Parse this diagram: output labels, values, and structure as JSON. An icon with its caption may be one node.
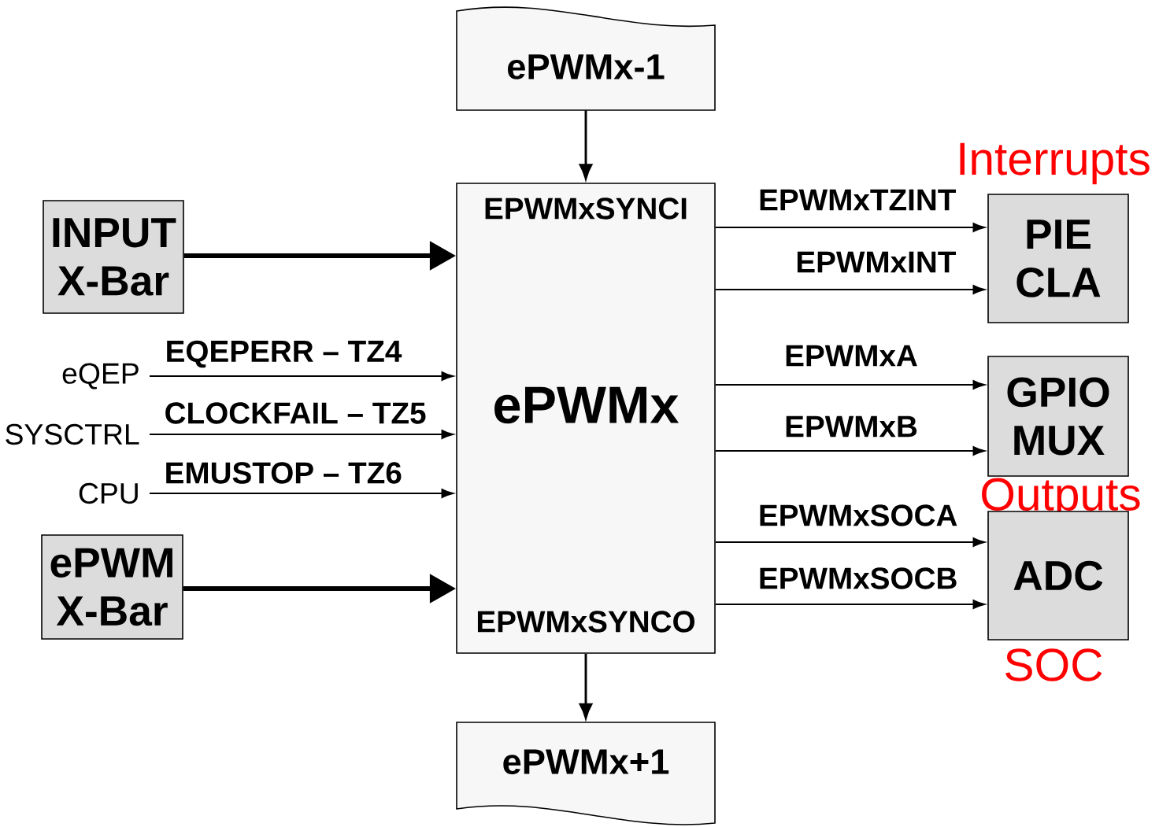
{
  "diagram": {
    "nodes": [
      {
        "text": [
          "ePWMx-1"
        ]
      },
      {
        "text": [
          "EPWMxSYNCI",
          "ePWMx",
          "EPWMxSYNCO"
        ]
      },
      {
        "text": [
          "INPUT X-Bar"
        ]
      },
      {
        "text": [
          "eQEP"
        ]
      },
      {
        "text": [
          "SYSCTRL"
        ]
      },
      {
        "text": [
          "CPU"
        ]
      },
      {
        "text": [
          "ePWM X-Bar"
        ]
      },
      {
        "text": [
          "PIE CLA"
        ],
        "beside": [
          "Interrupts"
        ]
      },
      {
        "text": [
          "GPIO MUX"
        ],
        "beside": [
          "Outputs"
        ]
      },
      {
        "text": [
          "ADC"
        ],
        "beside": [
          "SOC"
        ]
      },
      {
        "text": [
          "ePWMx+1"
        ]
      }
    ],
    "edges": [
      {
        "from": 0,
        "to": 1,
        "arrow": "to"
      },
      {
        "from": 2,
        "to": 1,
        "arrow": "to",
        "style": "thick"
      },
      {
        "from": 3,
        "to": 1,
        "arrow": "to",
        "label": "EQEPERR – TZ4"
      },
      {
        "from": 4,
        "to": 1,
        "arrow": "to",
        "label": "CLOCKFAIL – TZ5"
      },
      {
        "from": 5,
        "to": 1,
        "arrow": "to",
        "label": "EMUSTOP – TZ6"
      },
      {
        "from": 6,
        "to": 1,
        "arrow": "to",
        "style": "thick"
      },
      {
        "from": 1,
        "to": 7,
        "arrow": "to",
        "label": "EPWMxTZINT"
      },
      {
        "from": 1,
        "to": 7,
        "arrow": "to",
        "label": "EPWMxINT"
      },
      {
        "from": 1,
        "to": 8,
        "arrow": "to",
        "label": "EPWMxA"
      },
      {
        "from": 1,
        "to": 8,
        "arrow": "to",
        "label": "EPWMxB"
      },
      {
        "from": 1,
        "to": 9,
        "arrow": "to",
        "label": "EPWMxSOCA"
      },
      {
        "from": 1,
        "to": 9,
        "arrow": "to",
        "label": "EPWMxSOCB"
      },
      {
        "from": 1,
        "to": 10,
        "arrow": "to"
      }
    ]
  }
}
